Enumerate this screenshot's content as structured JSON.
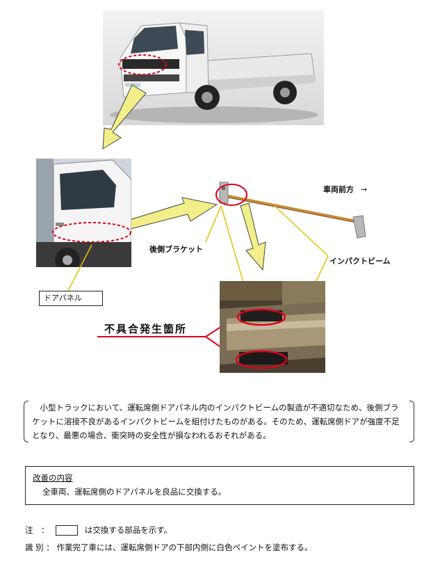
{
  "labels": {
    "door_panel": "ドアパネル",
    "vehicle_front": "車両前方",
    "arrow": "→",
    "rear_bracket": "後側ブラケット",
    "impact_beam": "インパクトビーム",
    "defect_location": "不具合発生箇所"
  },
  "description": "　小型トラックにおいて、運転席側ドアパネル内のインパクトビームの製造が不適切なため、後側ブラケットに溶接不良があるインパクトビームを組付けたものがある。そのため、運転席側ドアが強度不足となり、最悪の場合、衝突時の安全性が損なわれるおそれがある。",
  "improvement": {
    "heading": "改善の内容",
    "text": "全車両、運転席側のドアパネルを良品に交換する。"
  },
  "note": {
    "label": "注　：",
    "text": "は交換する部品を示す。"
  },
  "identification": {
    "label": "識 別 ：",
    "text": "作業完了車には、運転席側ドアの下部内側に白色ペイントを塗布する。"
  },
  "colors": {
    "highlight_red": "#e0001a",
    "callout_yellow": "#f2ee8a",
    "leader_yellow": "#e8c000",
    "beam_orange": "#c98a3a"
  }
}
